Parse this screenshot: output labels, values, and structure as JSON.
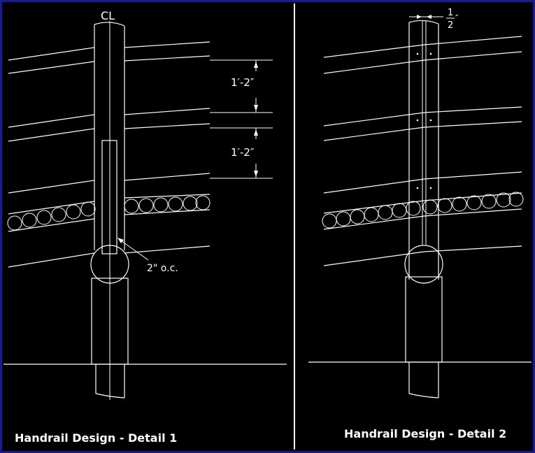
{
  "details": [
    {
      "title": "Handrail Design - Detail 1",
      "centerline_label": "CL",
      "dimension_upper": "1′-2″",
      "dimension_lower": "1′-2″",
      "spacing_note": "2\" o.c."
    },
    {
      "title": "Handrail Design - Detail 2",
      "gap_numerator": "1",
      "gap_denominator": "2",
      "gap_unit": "″"
    }
  ],
  "colors": {
    "background": "#000000",
    "lines": "#ffffff",
    "border": "#1a1a8c"
  }
}
